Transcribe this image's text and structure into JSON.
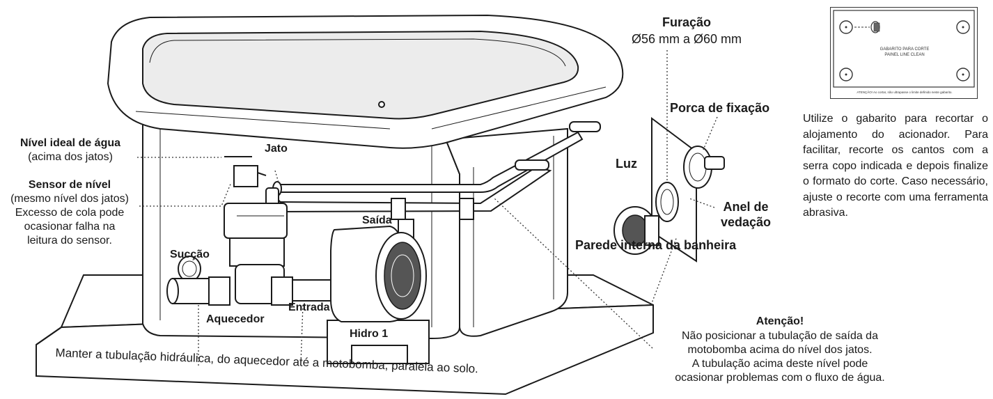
{
  "labels": {
    "furacao_title": "Furação",
    "furacao_size": "Ø56 mm a Ø60 mm",
    "porca": "Porca de fixação",
    "luz": "Luz",
    "anel_line1": "Anel de",
    "anel_line2": "vedação",
    "parede": "Parede interna da banheira",
    "nivel_title": "Nível ideal de água",
    "nivel_sub": "(acima dos jatos)",
    "jato": "Jato",
    "sensor_title": "Sensor de nível",
    "sensor_sub": "(mesmo nível dos jatos)",
    "sensor_note_1": "Excesso de cola pode",
    "sensor_note_2": "ocasionar falha na",
    "sensor_note_3": "leitura do sensor.",
    "saida": "Saída",
    "succao": "Sucção",
    "entrada": "Entrada",
    "aquecedor": "Aquecedor",
    "hidro": "Hidro 1",
    "base_note": "Manter a tubulação hidráulica, do aquecedor até a motobomba, paralela ao solo."
  },
  "attention": {
    "title": "Atenção!",
    "line1": "Não posicionar a tubulação de saída da",
    "line2": "motobomba acima do nível dos jatos.",
    "line3": "A tubulação acima deste nível pode",
    "line4": "ocasionar problemas com o fluxo de água."
  },
  "template": {
    "line1": "GABARITO PARA CORTE",
    "line2": "PAINEL LINE CLEAN",
    "footer": "ATENÇÃO! Ao cortar, não ultrapasse o limite definido neste gabarito."
  },
  "usage_text": "Utilize o gabarito para recortar o alojamento do acionador. Para facilitar, recorte os cantos com a serra copo indicada e depois finalize o formato do corte. Caso necessário, ajuste o recorte com uma ferramenta abrasiva.",
  "colors": {
    "ink": "#1a1a1a",
    "background": "#ffffff",
    "fill_gray": "#ececec"
  }
}
